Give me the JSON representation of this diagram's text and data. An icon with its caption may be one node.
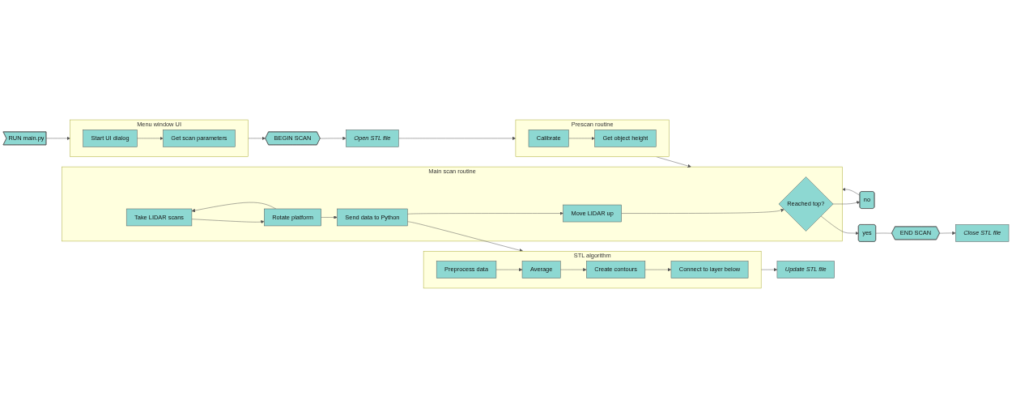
{
  "diagram": {
    "nodes": [
      {
        "text": [
          "RUN main.py"
        ]
      },
      {
        "text": [
          "Menu window UI"
        ]
      },
      {
        "text": [
          "Start UI dialog"
        ],
        "in": 1
      },
      {
        "text": [
          "Get scan parameters"
        ],
        "in": 1
      },
      {
        "text": [
          "BEGIN SCAN"
        ]
      },
      {
        "text": [
          "Open STL file"
        ]
      },
      {
        "text": [
          "no"
        ]
      },
      {
        "text": [
          "Main scan routine"
        ]
      },
      {
        "text": [
          "Reached top?"
        ],
        "in": 7
      },
      {
        "text": [
          "Move LIDAR up"
        ],
        "in": 7
      },
      {
        "text": [
          "Send data to Python"
        ],
        "in": 7
      },
      {
        "text": [
          "Take LIDAR scans"
        ],
        "in": 7
      },
      {
        "text": [
          "Rotate platform"
        ],
        "in": 7
      },
      {
        "text": [
          "Prescan routine"
        ]
      },
      {
        "text": [
          "Get object height"
        ],
        "in": 13
      },
      {
        "text": [
          "Calibrate"
        ],
        "in": 13
      },
      {
        "text": [
          "yes"
        ]
      },
      {
        "text": [
          "STL algorithm"
        ]
      },
      {
        "text": [
          "Preprocess data"
        ],
        "in": 17
      },
      {
        "text": [
          "Average"
        ],
        "in": 17
      },
      {
        "text": [
          "Create contours"
        ],
        "in": 17
      },
      {
        "text": [
          "Connect to layer below"
        ],
        "in": 17
      },
      {
        "text": [
          "Update STL file"
        ]
      },
      {
        "text": [
          "END SCAN"
        ]
      },
      {
        "text": [
          "Close STL file"
        ]
      }
    ],
    "edges": [
      {
        "from": 0,
        "to": 1,
        "arrow": "to"
      },
      {
        "from": 2,
        "to": 3,
        "arrow": "to"
      },
      {
        "from": 1,
        "to": 4,
        "arrow": "to"
      },
      {
        "from": 4,
        "to": 5,
        "arrow": "to"
      },
      {
        "from": 5,
        "to": 13,
        "arrow": "to"
      },
      {
        "from": 15,
        "to": 14,
        "arrow": "to"
      },
      {
        "from": 13,
        "to": 7,
        "arrow": "to"
      },
      {
        "from": 11,
        "to": 12,
        "arrow": "to"
      },
      {
        "from": 12,
        "to": 11,
        "arrow": "to"
      },
      {
        "from": 12,
        "to": 10,
        "arrow": "to"
      },
      {
        "from": 10,
        "to": 9,
        "arrow": "to"
      },
      {
        "from": 9,
        "to": 8,
        "arrow": "to"
      },
      {
        "from": 8,
        "to": 6,
        "arrow": "to"
      },
      {
        "from": 8,
        "to": 16,
        "arrow": "to"
      },
      {
        "from": 6,
        "to": 7,
        "arrow": "to"
      },
      {
        "from": 10,
        "to": 17,
        "arrow": "to"
      },
      {
        "from": 18,
        "to": 19,
        "arrow": "to"
      },
      {
        "from": 19,
        "to": 20,
        "arrow": "to"
      },
      {
        "from": 20,
        "to": 21,
        "arrow": "to"
      },
      {
        "from": 17,
        "to": 22,
        "arrow": "to"
      },
      {
        "from": 16,
        "to": 23,
        "arrow": "none"
      },
      {
        "from": 23,
        "to": 24,
        "arrow": "to"
      }
    ]
  }
}
